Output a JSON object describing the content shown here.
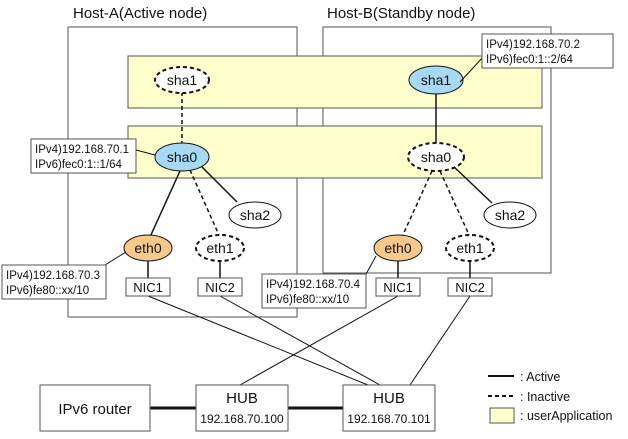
{
  "hosts": {
    "a_title": "Host-A(Active node)",
    "b_title": "Host-B(Standby node)"
  },
  "nodes": {
    "sha1": "sha1",
    "sha0": "sha0",
    "sha2": "sha2",
    "eth0": "eth0",
    "eth1": "eth1",
    "nic1": "NIC1",
    "nic2": "NIC2",
    "hub": "HUB",
    "router": "IPv6 router"
  },
  "callouts": {
    "b_sha1": [
      "IPv4)192.168.70.2",
      "IPv6)fec0:1::2/64"
    ],
    "a_sha0": [
      "IPv4)192.168.70.1",
      "IPv6)fec0:1::1/64"
    ],
    "a_eth0": [
      "IPv4)192.168.70.3",
      "IPv6)fe80::xx/10"
    ],
    "b_eth0": [
      "IPv4)192.168.70.4",
      "IPv6)fe80::xx/10"
    ]
  },
  "hubs": {
    "hub1_ip": "192.168.70.100",
    "hub2_ip": "192.168.70.101"
  },
  "legend": {
    "active": ": Active",
    "inactive": ": Inactive",
    "user_application": ": userApplication"
  },
  "colors": {
    "user_application_fill": "#ffffcc",
    "active_interface_fill": "#a6d9f5",
    "physical_active_fill": "#f7c98a"
  }
}
